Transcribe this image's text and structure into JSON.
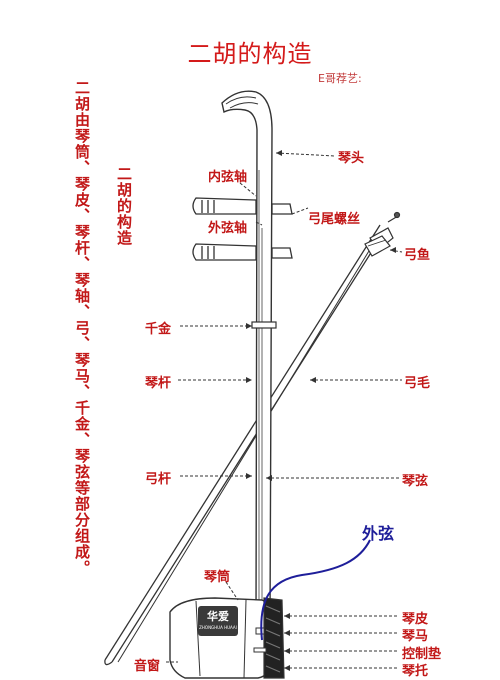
{
  "title": "二胡的构造",
  "credit": "E哥荐艺:",
  "intro_text": "二胡由琴筒、琴皮、琴杆、琴轴、弓、琴马、千金、琴弦等部分组成。",
  "side_heading": "二胡的构造",
  "labels": {
    "qintou": "琴头",
    "neixianzhou": "内弦轴",
    "waixianzhou": "外弦轴",
    "gongweiluosi": "弓尾螺丝",
    "gongyu": "弓鱼",
    "qianjin": "千金",
    "qingan": "琴杆",
    "gongmao": "弓毛",
    "gonggan": "弓杆",
    "qinxian": "琴弦",
    "waixian": "外弦",
    "qintong": "琴筒",
    "qinpi": "琴皮",
    "qinma": "琴马",
    "kongzhidian": "控制垫",
    "qintuo": "琴托",
    "yinchuang": "音窗"
  },
  "brand": {
    "mark": "华爱",
    "sub": "ZHONGHUA HUAAI"
  },
  "colors": {
    "label_red": "#c21818",
    "title_red": "#d41a1a",
    "outer_string_blue": "#1e1e9a",
    "line": "#333333"
  }
}
